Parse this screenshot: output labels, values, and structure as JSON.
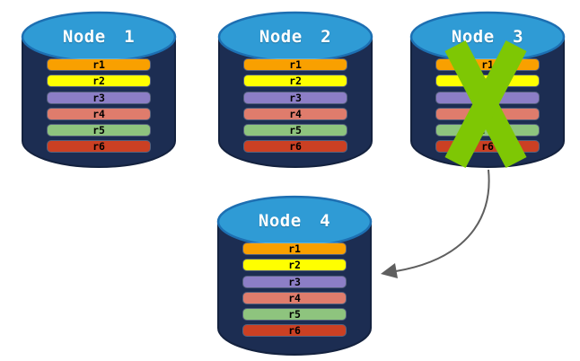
{
  "diagram": {
    "nodes": [
      {
        "label": "Node 1",
        "status": "active"
      },
      {
        "label": "Node 2",
        "status": "active"
      },
      {
        "label": "Node 3",
        "status": "failed"
      },
      {
        "label": "Node 4",
        "status": "active"
      }
    ],
    "records": [
      {
        "label": "r1",
        "color": "#F9A000"
      },
      {
        "label": "r2",
        "color": "#FFFF00"
      },
      {
        "label": "r3",
        "color": "#8C7EC6"
      },
      {
        "label": "r4",
        "color": "#DF7C6C"
      },
      {
        "label": "r5",
        "color": "#8EC47E"
      },
      {
        "label": "r6",
        "color": "#CB4023"
      }
    ],
    "colors": {
      "cylinder_body": "#1C2D52",
      "cylinder_body_stroke": "#14223F",
      "cylinder_top": "#2F9BD5",
      "cylinder_top_stroke": "#1D6FB2",
      "failure_x": "#7EC704",
      "arrow": "#5F5F5F",
      "node_label_text": "#FFFFFF",
      "record_text": "#000000"
    },
    "arrow": {
      "from": "Node 3",
      "to": "Node 4"
    }
  }
}
